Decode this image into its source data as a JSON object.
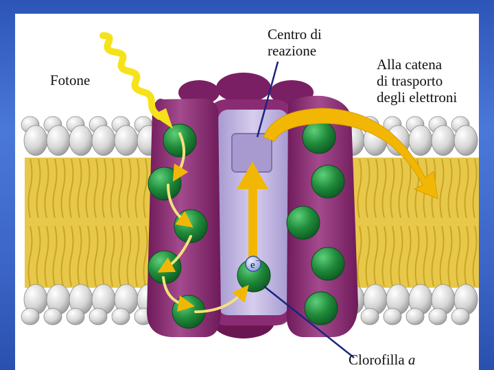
{
  "labels": {
    "photon": "Fotone",
    "reaction_center": "Centro di\nreazione",
    "electron_chain": "Alla catena\ndi trasporto\ndegli elettroni",
    "chlorophyll_main": "Clorofilla ",
    "chlorophyll_italic": "a",
    "electron": "e",
    "electron_sup": "–"
  },
  "colors": {
    "background": "#3b66c8",
    "panel": "#ffffff",
    "protein_outer": "#7a1f63",
    "protein_inner": "#9b3f86",
    "reaction_chamber": "#bdb0dc",
    "reaction_center_box": "#a899cf",
    "chlorophyll": "#1f8a3a",
    "arrow_yellow": "#f2b705",
    "lipid_head": "#d9d9d9",
    "lipid_tail": "#e8c84a",
    "pointer_line": "#1a237e"
  }
}
